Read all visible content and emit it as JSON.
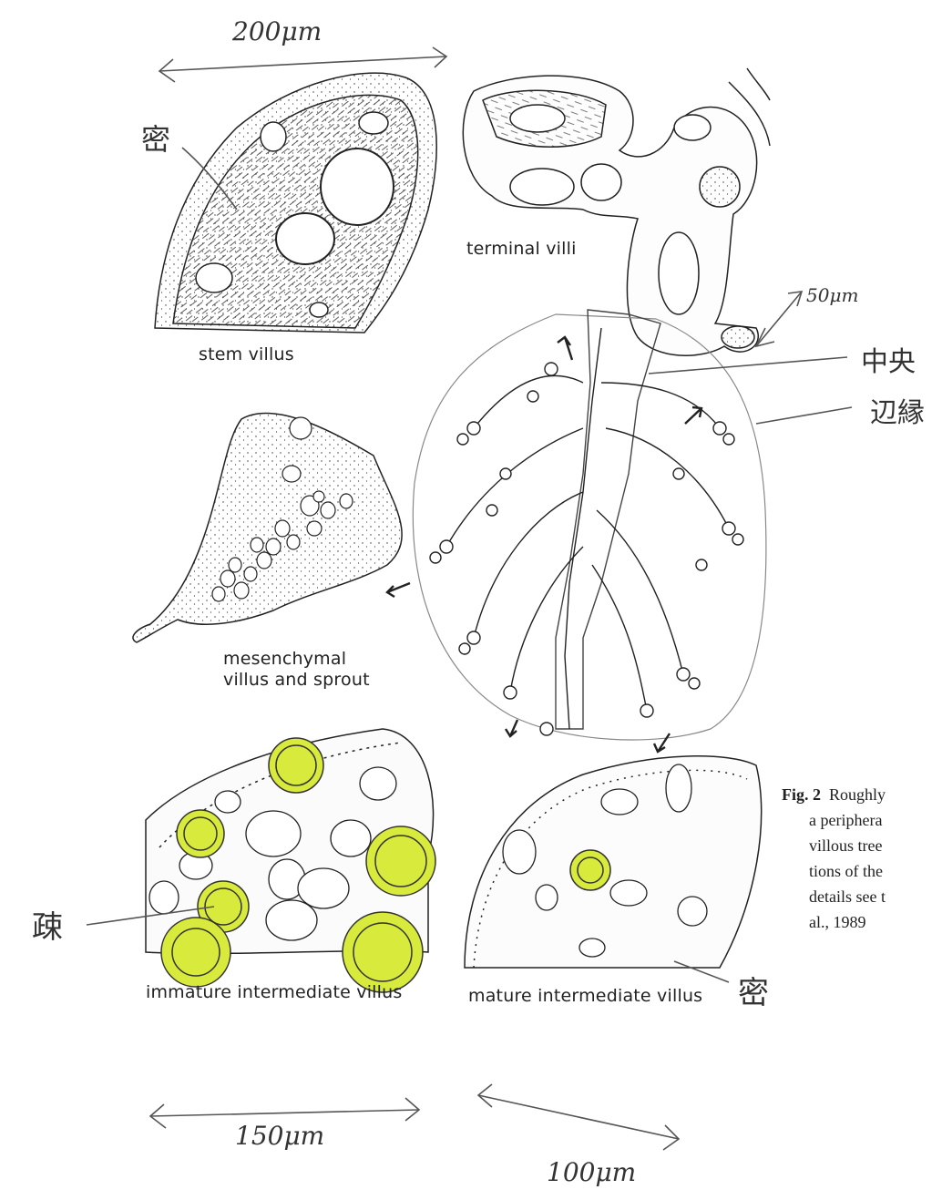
{
  "figure": {
    "labels": {
      "stem": "stem villus",
      "terminal": "terminal villi",
      "mesenchymal_1": "mesenchymal",
      "mesenchymal_2": "villus and sprout",
      "immature": "immature intermediate villus",
      "mature": "mature intermediate villus"
    },
    "caption": {
      "figno": "Fig. 2",
      "line1": "Roughly",
      "line2": "a periphera",
      "line3": "villous tree",
      "line4": "tions of the",
      "line5": "details see t",
      "line6": "al., 1989"
    },
    "annotations": {
      "scale_200": "200μm",
      "scale_50": "50μm",
      "scale_150": "150μm",
      "scale_100": "100μm",
      "dense_top": "密",
      "dense_bottom": "密",
      "central": "中央",
      "edge": "辺縁",
      "sparse": "疎"
    },
    "colors": {
      "ink": "#222222",
      "pencil": "#555555",
      "highlight": "#d8ea3c"
    }
  }
}
